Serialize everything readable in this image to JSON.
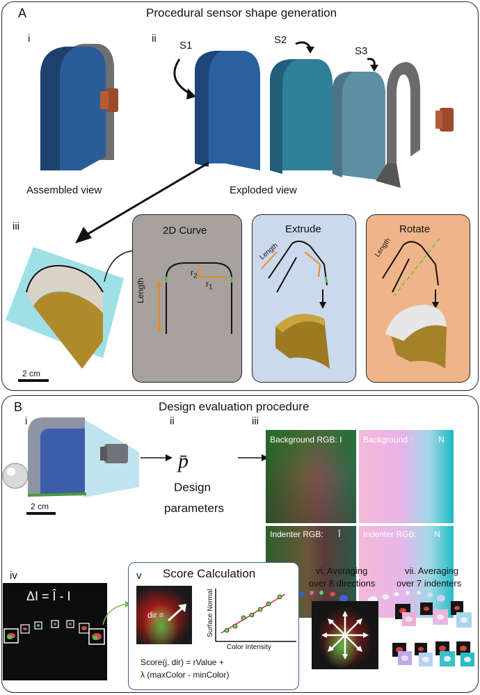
{
  "panelA": {
    "label": "A",
    "title": "Procedural sensor shape generation",
    "sub_i": "i",
    "sub_ii": "ii",
    "sub_iii": "iii",
    "assembled": "Assembled view",
    "exploded": "Exploded view",
    "s1": "S1",
    "s2": "S2",
    "s3": "S3",
    "scale": "2 cm",
    "curve_title": "2D Curve",
    "curve_length": "Length",
    "curve_r2": "r",
    "curve_r2_sub": "2",
    "curve_r1": "r",
    "curve_r1_sub": "1",
    "extrude_title": "Extrude",
    "extrude_length": "Length",
    "rotate_title": "Rotate",
    "rotate_length": "Length"
  },
  "panelB": {
    "label": "B",
    "title": "Design evaluation procedure",
    "sub_i": "i",
    "sub_ii": "ii",
    "sub_iii": "iii",
    "sub_iv": "iv",
    "sub_v": "v",
    "sub_vi": "vi. Averaging over 8 directions",
    "sub_vi_l1": "vi. Averaging",
    "sub_vi_l2": "over 8 directions",
    "sub_vii_l1": "vii. Averaging",
    "sub_vii_l2": "over 7 indenters",
    "scale": "2 cm",
    "p_symbol": "p̄",
    "design_l1": "Design",
    "design_l2": "parameters",
    "bg_rgb": "Background RGB:",
    "bg_rgb_sym": "I",
    "bg_n": "Background :",
    "bg_n_sym": "N",
    "ind_rgb": "Indenter RGB:",
    "ind_rgb_sym": "Î",
    "ind_n": "Indenter RGB:",
    "ind_n_sym": "N",
    "delta_eq": "ΔI = Î - I",
    "score_title": "Score Calculation",
    "dir_label": "dir =",
    "axis_y": "Surface Normal",
    "axis_x": "Color Intensity",
    "score_l1": "Score(j, dir) = rValue +",
    "score_l2": "λ (maxColor - minColor)"
  },
  "colors": {
    "blue_dark": "#1f4f86",
    "blue_mid": "#2e6aa8",
    "teal": "#3a7f96",
    "gray_box": "#a7a29d",
    "extrude_box": "#ccd8ec",
    "rotate_box": "#f0b489",
    "orange": "#e98a23",
    "green": "#5cb547"
  }
}
